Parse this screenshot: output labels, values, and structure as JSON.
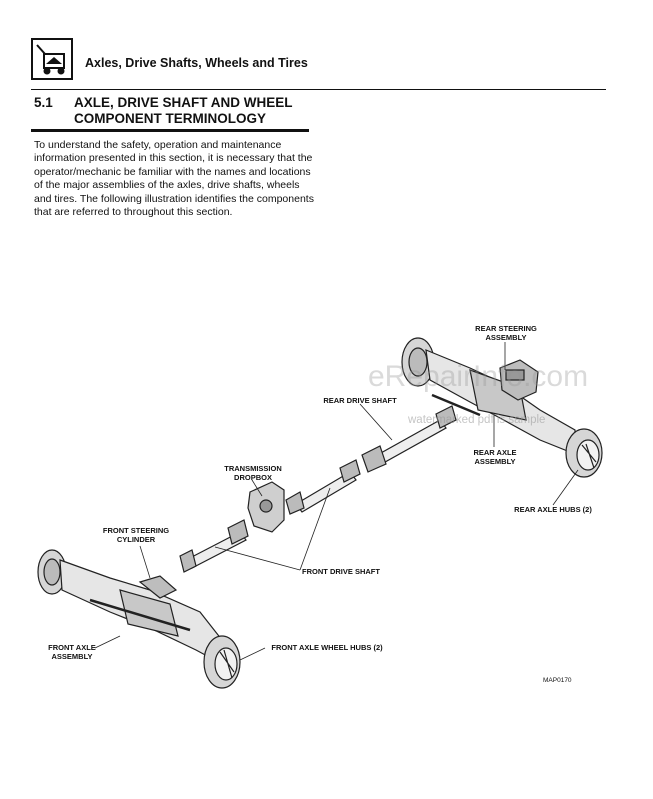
{
  "header": {
    "title": "Axles, Drive Shafts, Wheels and Tires",
    "icon": "hand-truck-icon"
  },
  "section": {
    "number": "5.1",
    "title": "AXLE, DRIVE SHAFT AND WHEEL COMPONENT TERMINOLOGY",
    "body": "To understand the safety, operation and maintenance information presented in this section, it is necessary that the operator/mechanic be familiar with the names and locations of the major assemblies of the axles, drive shafts, wheels and tires. The following illustration identifies the components that are referred to throughout this section."
  },
  "callouts": {
    "rear_steering": "REAR STEERING\nASSEMBLY",
    "rear_drive_shaft": "REAR DRIVE SHAFT",
    "rear_axle_assembly": "REAR AXLE\nASSEMBLY",
    "rear_axle_hubs": "REAR AXLE HUBS (2)",
    "transmission_dropbox": "TRANSMISSION\nDROPBOX",
    "front_steering": "FRONT STEERING\nCYLINDER",
    "front_drive_shaft": "FRONT DRIVE SHAFT",
    "front_axle_assembly": "FRONT AXLE\nASSEMBLY",
    "front_axle_wheel_hubs": "FRONT AXLE WHEEL HUBS (2)"
  },
  "figure_code": "MAP0170",
  "watermark": {
    "big": "eRepairInfo.com",
    "small": "watermarked pdf is sample"
  }
}
